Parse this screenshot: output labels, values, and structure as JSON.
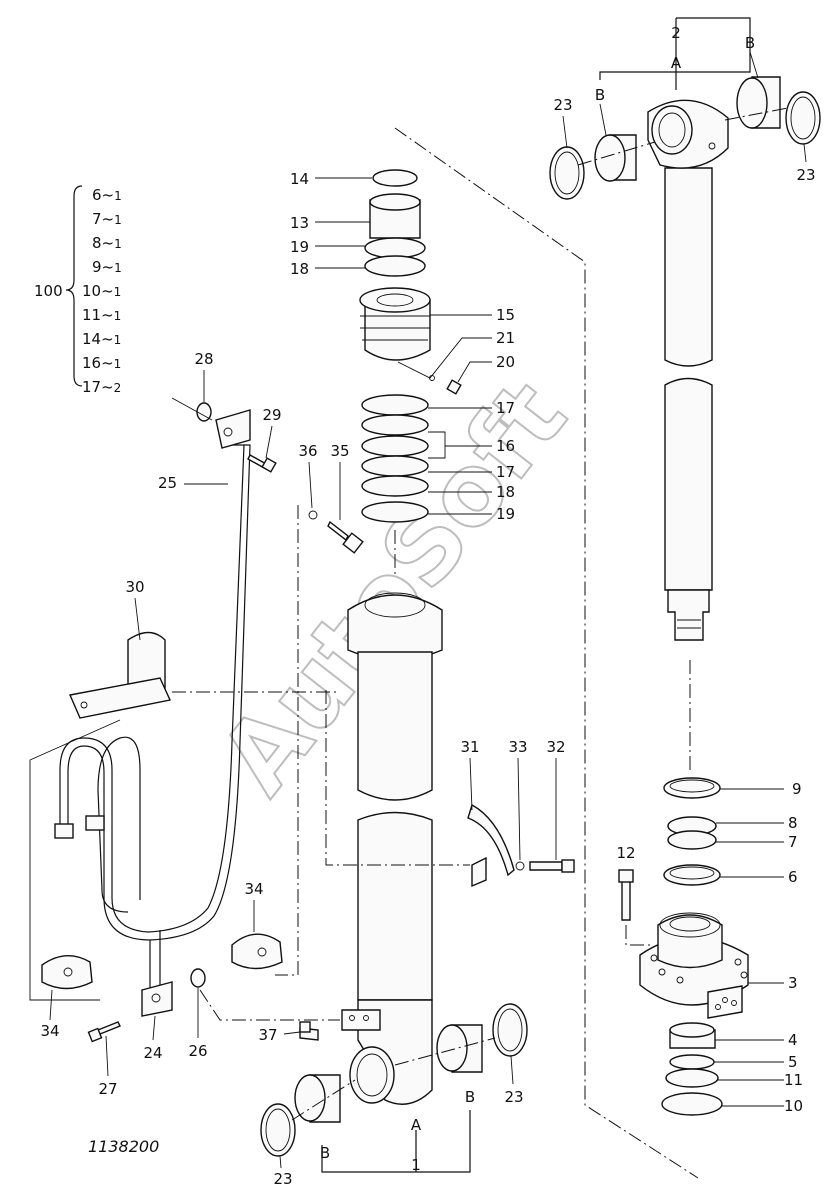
{
  "diagram": {
    "drawing_number": "1138200",
    "watermark": "AutoSoft",
    "assembly_id": "100",
    "kit_items": [
      {
        "part": "6",
        "qty": "1"
      },
      {
        "part": "7",
        "qty": "1"
      },
      {
        "part": "8",
        "qty": "1"
      },
      {
        "part": "9",
        "qty": "1"
      },
      {
        "part": "10",
        "qty": "1"
      },
      {
        "part": "11",
        "qty": "1"
      },
      {
        "part": "14",
        "qty": "1"
      },
      {
        "part": "16",
        "qty": "1"
      },
      {
        "part": "17",
        "qty": "2"
      }
    ],
    "callouts": {
      "p1": "1",
      "p2": "2",
      "p3": "3",
      "p4": "4",
      "p5": "5",
      "p6": "6",
      "p7": "7",
      "p8": "8",
      "p9": "9",
      "p10": "10",
      "p11": "11",
      "p12": "12",
      "p13": "13",
      "p14": "14",
      "p15": "15",
      "p16": "16",
      "p17": "17",
      "p18": "18",
      "p19": "19",
      "p20": "20",
      "p21": "21",
      "p24": "24",
      "p25": "25",
      "p26": "26",
      "p27": "27",
      "p28": "28",
      "p29": "29",
      "p30": "30",
      "p31": "31",
      "p32": "32",
      "p33": "33",
      "p34": "34",
      "p35": "35",
      "p36": "36",
      "p37": "37",
      "p23": "23",
      "A": "A",
      "B": "B"
    }
  }
}
